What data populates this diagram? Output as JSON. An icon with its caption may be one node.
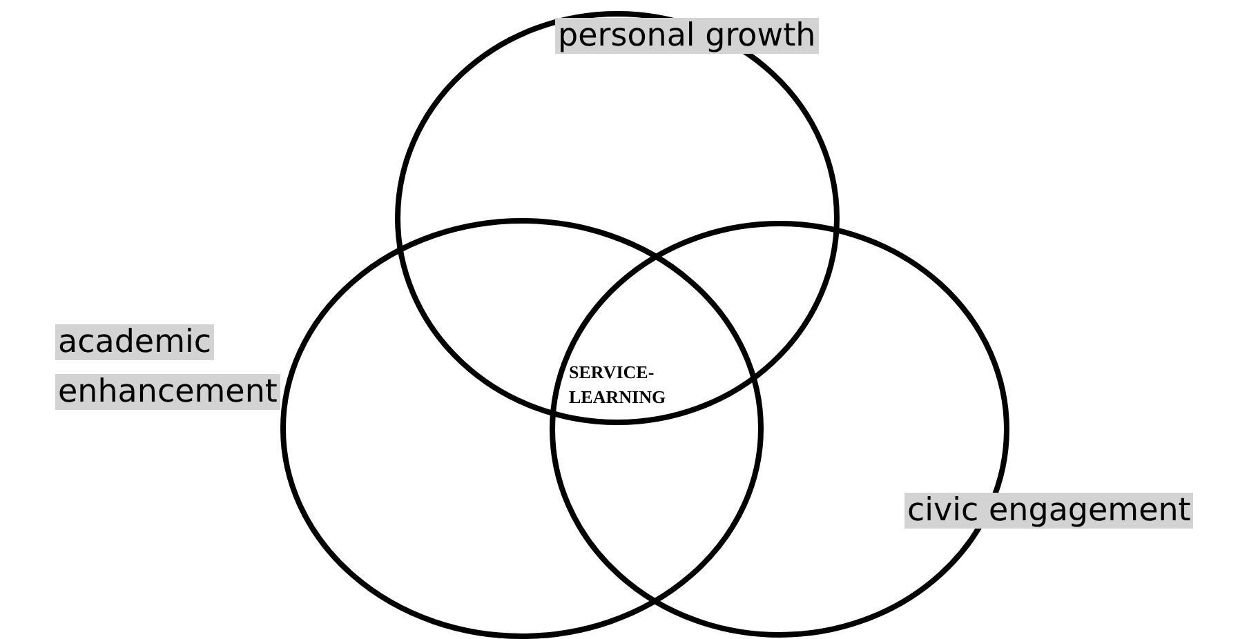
{
  "diagram": {
    "nodes": [
      {
        "text": [
          "personal growth"
        ]
      },
      {
        "text": [
          "academic enhancement"
        ]
      },
      {
        "text": [
          "civic engagement"
        ]
      }
    ],
    "labels": [
      "SERVICE-LEARNING"
    ]
  }
}
